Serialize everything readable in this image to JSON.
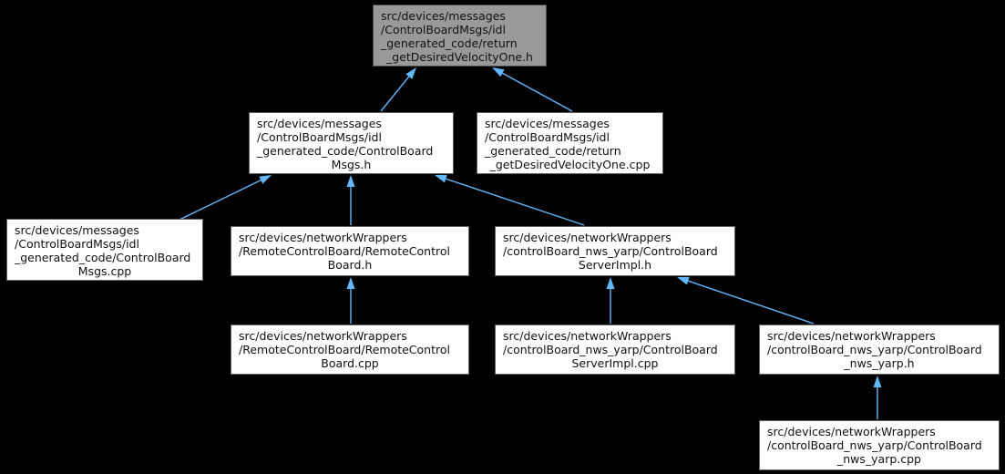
{
  "diagram": {
    "type": "include-dependency-graph",
    "colors": {
      "background": "#000000",
      "node_fill": "#ffffff",
      "node_border": "#5f5f5f",
      "highlight_fill": "#999999",
      "highlight_border": "#4a4a4a",
      "edge": "#63b8ff",
      "text": "#111111"
    },
    "nodes": [
      {
        "id": "return_getDesiredVelocityOne_h",
        "label": "src/devices/messages\n/ControlBoardMsgs/idl\n_generated_code/return\n_getDesiredVelocityOne.h",
        "highlighted": true
      },
      {
        "id": "ControlBoardMsgs_h",
        "label": "src/devices/messages\n/ControlBoardMsgs/idl\n_generated_code/ControlBoard\nMsgs.h",
        "highlighted": false
      },
      {
        "id": "return_getDesiredVelocityOne_cpp",
        "label": "src/devices/messages\n/ControlBoardMsgs/idl\n_generated_code/return\n_getDesiredVelocityOne.cpp",
        "highlighted": false
      },
      {
        "id": "ControlBoardMsgs_cpp",
        "label": "src/devices/messages\n/ControlBoardMsgs/idl\n_generated_code/ControlBoard\nMsgs.cpp",
        "highlighted": false
      },
      {
        "id": "RemoteControlBoard_h",
        "label": "src/devices/networkWrappers\n/RemoteControlBoard/RemoteControl\nBoard.h",
        "highlighted": false
      },
      {
        "id": "ControlBoardServerImpl_h",
        "label": "src/devices/networkWrappers\n/controlBoard_nws_yarp/ControlBoard\nServerImpl.h",
        "highlighted": false
      },
      {
        "id": "RemoteControlBoard_cpp",
        "label": "src/devices/networkWrappers\n/RemoteControlBoard/RemoteControl\nBoard.cpp",
        "highlighted": false
      },
      {
        "id": "ControlBoardServerImpl_cpp",
        "label": "src/devices/networkWrappers\n/controlBoard_nws_yarp/ControlBoard\nServerImpl.cpp",
        "highlighted": false
      },
      {
        "id": "ControlBoard_nws_yarp_h",
        "label": "src/devices/networkWrappers\n/controlBoard_nws_yarp/ControlBoard\n_nws_yarp.h",
        "highlighted": false
      },
      {
        "id": "ControlBoard_nws_yarp_cpp",
        "label": "src/devices/networkWrappers\n/controlBoard_nws_yarp/ControlBoard\n_nws_yarp.cpp",
        "highlighted": false
      }
    ],
    "edges": [
      {
        "from": "ControlBoardMsgs_h",
        "to": "return_getDesiredVelocityOne_h"
      },
      {
        "from": "return_getDesiredVelocityOne_cpp",
        "to": "return_getDesiredVelocityOne_h"
      },
      {
        "from": "ControlBoardMsgs_cpp",
        "to": "ControlBoardMsgs_h"
      },
      {
        "from": "RemoteControlBoard_h",
        "to": "ControlBoardMsgs_h"
      },
      {
        "from": "ControlBoardServerImpl_h",
        "to": "ControlBoardMsgs_h"
      },
      {
        "from": "RemoteControlBoard_cpp",
        "to": "RemoteControlBoard_h"
      },
      {
        "from": "ControlBoardServerImpl_cpp",
        "to": "ControlBoardServerImpl_h"
      },
      {
        "from": "ControlBoard_nws_yarp_h",
        "to": "ControlBoardServerImpl_h"
      },
      {
        "from": "ControlBoard_nws_yarp_cpp",
        "to": "ControlBoard_nws_yarp_h"
      }
    ]
  }
}
